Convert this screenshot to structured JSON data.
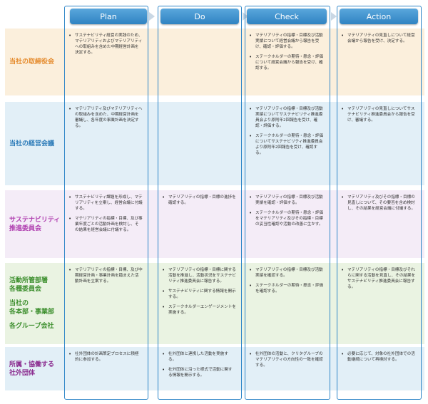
{
  "columns": [
    {
      "label": "Plan"
    },
    {
      "label": "Do"
    },
    {
      "label": "Check"
    },
    {
      "label": "Action"
    }
  ],
  "rows": [
    {
      "label_lines": [
        "当社の取締役会"
      ],
      "color": "#e58a2b",
      "band": "#fbefdc",
      "cells": [
        [
          "サステナビリティ経営の実践のため、マテリアリティおよびマテリアリティへの取組みを含めた中期経営計画を決定する。"
        ],
        [],
        [
          "マテリアリティの指標・目標及び活動実績について経営会議から報告を受け、確認・評価する。",
          "ステークホルダーの期待・懸念・評価について経営会議から報告を受け、確認する。"
        ],
        [
          "マテリアリティの見直しについて経営会議から報告を受け、決定する。"
        ]
      ]
    },
    {
      "label_lines": [
        "当社の経営会議"
      ],
      "color": "#2a7ab8",
      "band": "#e2eff7",
      "cells": [
        [
          "マテリアリティ及びマテリアリティへの取組みを含めた、中期経営計画を審議し、各年度の事業計画を決定する。"
        ],
        [],
        [
          "マテリアリティの指標・目標及び活動実績についてサステナビリティ推進委員会より原則年2回報告を受け、確認・評価する。",
          "ステークホルダーの期待・懸念・評価についてサステナビリティ推進委員会より原則年2回報告を受け、確認する。"
        ],
        [
          "マテリアリティの見直しについてサステナビリティ推進委員会から報告を受け、審議する。"
        ]
      ]
    },
    {
      "label_lines": [
        "サステナビリティ",
        "推進委員会"
      ],
      "color": "#b03fb0",
      "band": "#f4ecf7",
      "cells": [
        [
          "サステナビリティ課題を形成し、マテリアリティを立案し、経営会議に付議する。",
          "マテリアリティの指標・目標、及び事業年度ごとの活動計画を検討し、その結果を経営会議に付議する。"
        ],
        [
          "マテリアリティの指標・目標の進捗を確認する。"
        ],
        [
          "マテリアリティの指標・目標及び活動実績を確認・評価する。",
          "ステークホルダーの期待・懸念・評価をマテリアリティ及びその指標・目標の妥当性確認や活動の改善に生かす。"
        ],
        [
          "マテリアリティ及びその指標・目標の見直しについて、その要否を含め検討し、その結果を経営会議に付議する。"
        ]
      ]
    },
    {
      "label_lines": [
        "活動所管部署",
        "各種委員会",
        "",
        "当社の",
        "各本部・事業部",
        "",
        "各グループ会社"
      ],
      "color": "#3d8f2e",
      "band": "#eaf3e2",
      "cells": [
        [
          "マテリアリティの指標・目標、及び中期経営計画・事業計画を踏まえた活動計画を立案する。"
        ],
        [
          "マテリアリティの指標・目標に関する活動を推進し、活動状況をサステナビリティ推進委員会に報告する。",
          "サステナビリティに関する情報を開示する。",
          "ステークホルダーエンゲージメントを実施する。"
        ],
        [
          "マテリアリティの指標・目標及び活動実績を確認する。",
          "ステークホルダーの期待・懸念・評価を確認する。"
        ],
        [
          "マテリアリティの指標・目標及びそれらに関する活動を見直し、その結果をサステナビリティ推進委員会に報告する。"
        ]
      ]
    },
    {
      "label_lines": [
        "所属・協働する",
        "社外団体"
      ],
      "color": "#8a2a8e",
      "band": "#e2eff7",
      "cells": [
        [
          "社外団体の計画策定プロセスに積極的に参加する。"
        ],
        [
          "社外団体と連携した活動を実施する。",
          "社外団体に沿った様式で活動に関する情報を開示する。"
        ],
        [
          "社外団体の活動と、クリタグループのマテリアリティの方向性の一致を確認する。"
        ],
        [
          "必要に応じて、対象の社外団体での活動継続について再検討する。"
        ]
      ]
    }
  ]
}
